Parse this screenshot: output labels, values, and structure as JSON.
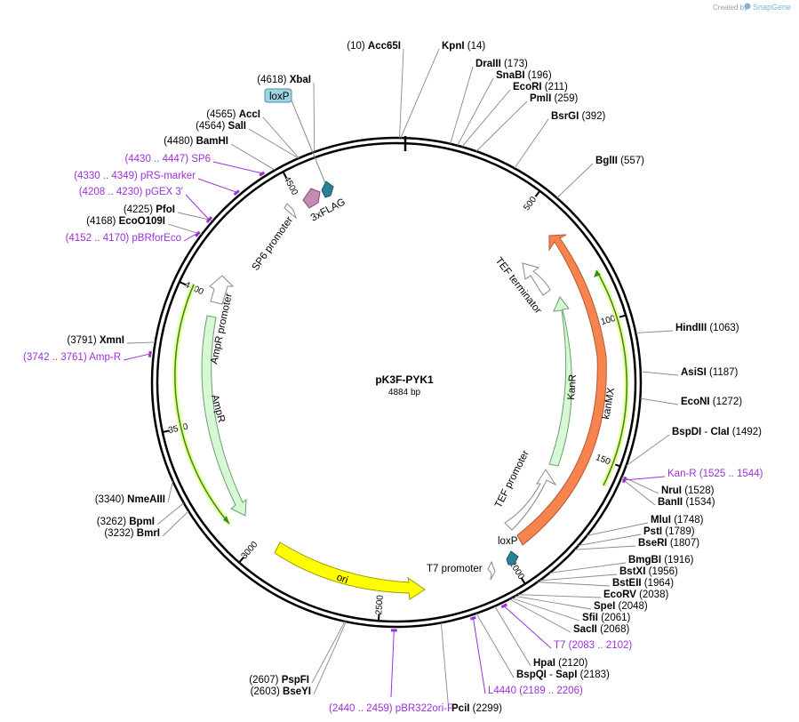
{
  "branding": {
    "created_by": "Created by",
    "app_name": "SnapGene"
  },
  "plasmid": {
    "name": "pK3F-PYK1",
    "size_label": "4884 bp",
    "length": 4884
  },
  "ticks": [
    {
      "pos": 500,
      "label": "500"
    },
    {
      "pos": 1000,
      "label": "1000"
    },
    {
      "pos": 1500,
      "label": "1500"
    },
    {
      "pos": 2000,
      "label": "2000"
    },
    {
      "pos": 2500,
      "label": "2500"
    },
    {
      "pos": 3000,
      "label": "3000"
    },
    {
      "pos": 3500,
      "label": "3500"
    },
    {
      "pos": 4000,
      "label": "4000"
    },
    {
      "pos": 4500,
      "label": "4500"
    }
  ],
  "sites": [
    {
      "name": "Acc65I",
      "pos_label": "(10)",
      "pos": 10
    },
    {
      "name": "KpnI",
      "pos_label": "(14)",
      "pos": 14
    },
    {
      "name": "DraIII",
      "pos_label": "(173)",
      "pos": 173
    },
    {
      "name": "SnaBI",
      "pos_label": "(196)",
      "pos": 196
    },
    {
      "name": "EcoRI",
      "pos_label": "(211)",
      "pos": 211
    },
    {
      "name": "PmlI",
      "pos_label": "(259)",
      "pos": 259
    },
    {
      "name": "BsrGI",
      "pos_label": "(392)",
      "pos": 392
    },
    {
      "name": "BglII",
      "pos_label": "(557)",
      "pos": 557
    },
    {
      "name": "HindIII",
      "pos_label": "(1063)",
      "pos": 1063
    },
    {
      "name": "AsiSI",
      "pos_label": "(1187)",
      "pos": 1187
    },
    {
      "name": "EcoNI",
      "pos_label": "(1272)",
      "pos": 1272
    },
    {
      "name": "BspDI",
      "name2": "ClaI",
      "pos_label": "(1492)",
      "pos": 1492
    },
    {
      "name": "NruI",
      "pos_label": "(1528)",
      "pos": 1528
    },
    {
      "name": "BanII",
      "pos_label": "(1534)",
      "pos": 1534
    },
    {
      "name": "MluI",
      "pos_label": "(1748)",
      "pos": 1748
    },
    {
      "name": "PstI",
      "pos_label": "(1789)",
      "pos": 1789
    },
    {
      "name": "BseRI",
      "pos_label": "(1807)",
      "pos": 1807
    },
    {
      "name": "BmgBI",
      "pos_label": "(1916)",
      "pos": 1916
    },
    {
      "name": "BstXI",
      "pos_label": "(1956)",
      "pos": 1956
    },
    {
      "name": "BstEII",
      "pos_label": "(1964)",
      "pos": 1964
    },
    {
      "name": "EcoRV",
      "pos_label": "(2038)",
      "pos": 2038
    },
    {
      "name": "SpeI",
      "pos_label": "(2048)",
      "pos": 2048
    },
    {
      "name": "SfiI",
      "pos_label": "(2061)",
      "pos": 2061
    },
    {
      "name": "SacII",
      "pos_label": "(2068)",
      "pos": 2068
    },
    {
      "name": "HpaI",
      "pos_label": "(2120)",
      "pos": 2120
    },
    {
      "name": "BspQI",
      "name2": "SapI",
      "pos_label": "(2183)",
      "pos": 2183
    },
    {
      "name": "PciI",
      "pos_label": "(2299)",
      "pos": 2299
    },
    {
      "name": "BseYI",
      "pos_label": "(2603)",
      "pos": 2603
    },
    {
      "name": "PspFI",
      "pos_label": "(2607)",
      "pos": 2607
    },
    {
      "name": "BmrI",
      "pos_label": "(3232)",
      "pos": 3232
    },
    {
      "name": "BpmI",
      "pos_label": "(3262)",
      "pos": 3262
    },
    {
      "name": "NmeAIII",
      "pos_label": "(3340)",
      "pos": 3340
    },
    {
      "name": "XmnI",
      "pos_label": "(3791)",
      "pos": 3791
    },
    {
      "name": "EcoO109I",
      "pos_label": "(4168)",
      "pos": 4168
    },
    {
      "name": "PfoI",
      "pos_label": "(4225)",
      "pos": 4225
    },
    {
      "name": "BamHI",
      "pos_label": "(4480)",
      "pos": 4480
    },
    {
      "name": "SalI",
      "pos_label": "(4564)",
      "pos": 4564
    },
    {
      "name": "AccI",
      "pos_label": "(4565)",
      "pos": 4565
    },
    {
      "name": "XbaI",
      "pos_label": "(4618)",
      "pos": 4618
    }
  ],
  "primers": [
    {
      "name": "Kan-R",
      "range_label": "(1525 .. 1544)",
      "start": 1525,
      "end": 1544
    },
    {
      "name": "T7",
      "range_label": "(2083 .. 2102)",
      "start": 2083,
      "end": 2102
    },
    {
      "name": "L4440",
      "range_label": "(2189 .. 2206)",
      "start": 2189,
      "end": 2206
    },
    {
      "name": "pBR322ori-F",
      "range_label": "(2440 .. 2459)",
      "start": 2440,
      "end": 2459
    },
    {
      "name": "Amp-R",
      "range_label": "(3742 .. 3761)",
      "start": 3742,
      "end": 3761
    },
    {
      "name": "pBRforEco",
      "range_label": "(4152 .. 4170)",
      "start": 4152,
      "end": 4170
    },
    {
      "name": "pGEX 3'",
      "range_label": "(4208 .. 4230)",
      "start": 4208,
      "end": 4230
    },
    {
      "name": "pRS-marker",
      "range_label": "(4330 .. 4349)",
      "start": 4330,
      "end": 4349
    },
    {
      "name": "SP6",
      "range_label": "(4430 .. 4447)",
      "start": 4430,
      "end": 4447
    }
  ],
  "features": [
    {
      "name": "kanMX",
      "color": "#f7834f"
    },
    {
      "name": "KanR",
      "color": "#d6f8d6"
    },
    {
      "name": "TEF promoter",
      "color": "#ffffff"
    },
    {
      "name": "TEF terminator",
      "color": "#ffffff"
    },
    {
      "name": "loxP",
      "color": "#2a7f99"
    },
    {
      "name": "T7 promoter",
      "color": "#ffffff"
    },
    {
      "name": "ori",
      "color": "#ffff00"
    },
    {
      "name": "AmpR",
      "color": "#d6f8d6"
    },
    {
      "name": "AmpR promoter",
      "color": "#ffffff"
    },
    {
      "name": "SP6 promoter",
      "color": "#ffffff"
    },
    {
      "name": "3xFLAG",
      "color": "#c48ab0"
    },
    {
      "name": "loxP",
      "color": "#9fd4e3"
    }
  ],
  "colors": {
    "primer": "#9b30d9",
    "backbone": "#000000",
    "orf_line": "#3c8a22",
    "orf_glow": "#eaff9e"
  }
}
